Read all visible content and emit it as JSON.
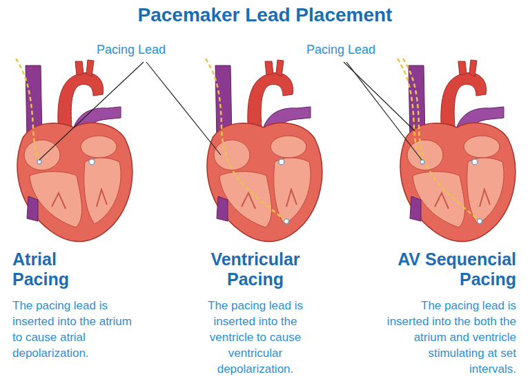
{
  "diagram": {
    "title": "Pacemaker Lead Placement",
    "labels": [
      "Pacing Lead",
      "Pacing Lead",
      "Atrial Pacing",
      "The pacing lead is inserted into the atrium to cause atrial depolarization.",
      "Ventricular Pacing",
      "The pacing lead is inserted into the ventricle to cause ventricular depolarization.",
      "AV Sequencial Pacing",
      "The pacing lead is inserted into the both the atrium and ventricle stimulating at set intervals."
    ]
  }
}
